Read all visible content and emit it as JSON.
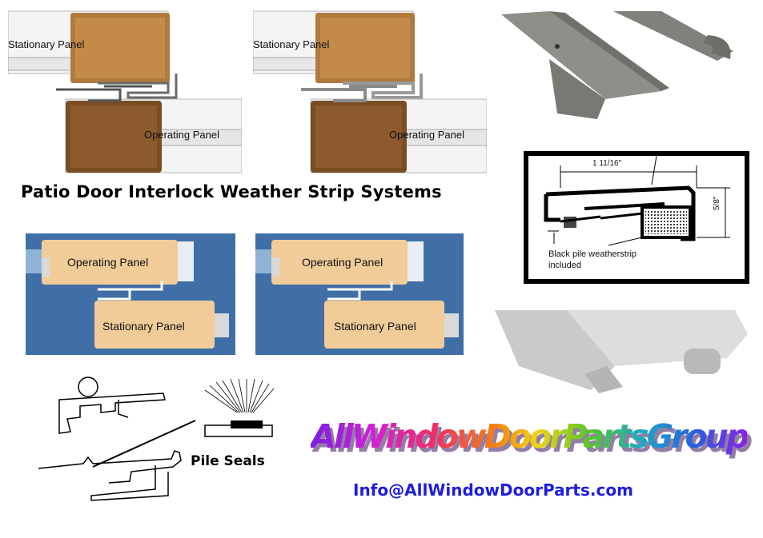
{
  "diagrams": {
    "stationary_label": "Stationary Panel",
    "operating_label": "Operating Panel"
  },
  "title": "Patio Door Interlock Weather Strip Systems",
  "spec_drawing": {
    "width_label": "1 11/16\"",
    "height_label": "5/8\"",
    "note_line1": "Black pile weatherstrip",
    "note_line2": "included"
  },
  "pile_seals_label": "Pile Seals",
  "brand": "AllWindowDoorPartsGroup",
  "email": "Info@AllWindowDoorParts.com",
  "colors": {
    "wood_dark": "#8a5a2b",
    "wood_light": "#e6c08f",
    "blue_bg": "#3f6fa6",
    "email_blue": "#1d1de0"
  }
}
